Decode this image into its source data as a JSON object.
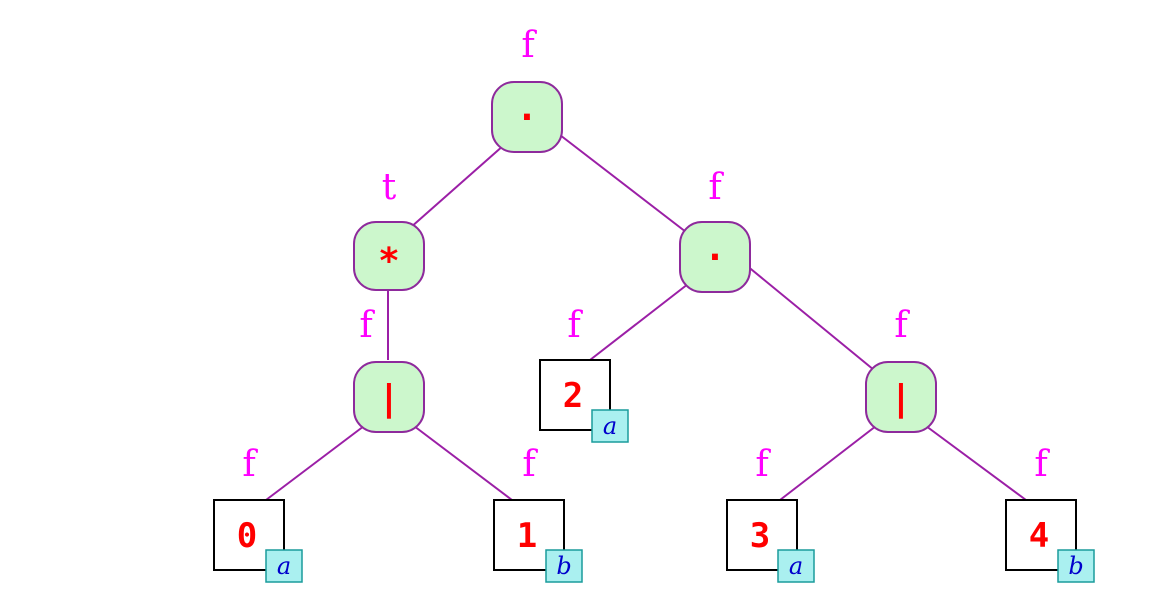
{
  "colors": {
    "edge": "#9b1fa6",
    "op_fill": "#ccf7cc",
    "op_border": "#8e2a9c",
    "flag": "#ff00ff",
    "symbol": "#ff0000",
    "tag_fill": "#aaf0f0",
    "tag_text": "#0000cc"
  },
  "tree": {
    "root": {
      "symbol": "·",
      "flag": "f",
      "left": {
        "symbol": "*",
        "flag": "t",
        "child": {
          "symbol": "|",
          "flag": "f",
          "left": {
            "value": "0",
            "tag": "a",
            "flag": "f"
          },
          "right": {
            "value": "1",
            "tag": "b",
            "flag": "f"
          }
        }
      },
      "right": {
        "symbol": "·",
        "flag": "f",
        "left": {
          "value": "2",
          "tag": "a",
          "flag": "f"
        },
        "right": {
          "symbol": "|",
          "flag": "f",
          "left": {
            "value": "3",
            "tag": "a",
            "flag": "f"
          },
          "right": {
            "value": "4",
            "tag": "b",
            "flag": "f"
          }
        }
      }
    }
  }
}
